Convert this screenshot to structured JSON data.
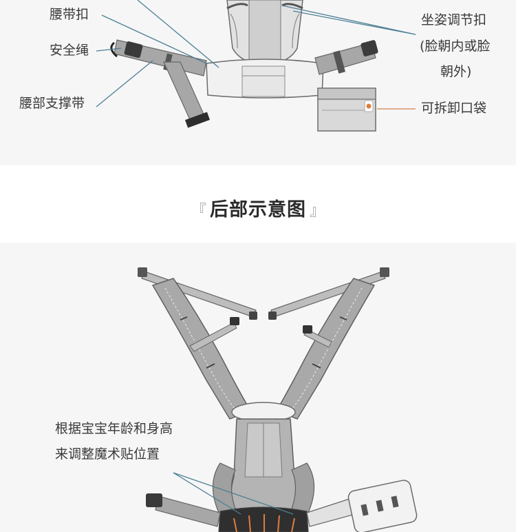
{
  "top_labels": {
    "waist_buckle": "腰带扣",
    "safety_rope": "安全绳",
    "waist_support_belt": "腰部支撑带",
    "seat_adjust_buckle": "坐姿调节扣",
    "face_in_or_out_1": "(脸朝内或脸",
    "face_in_or_out_2": "朝外)",
    "detachable_pouch": "可拆卸口袋"
  },
  "section": {
    "bracket_left": "『",
    "title": "后部示意图",
    "bracket_right": "』"
  },
  "bottom_labels": {
    "velcro_line_1": "根据宝宝年龄和身高",
    "velcro_line_2": "来调整魔术贴位置"
  },
  "colors": {
    "panel_bg": "#f6f6f7",
    "leader_line": "#4b7f93",
    "pouch_leader": "#d4814a",
    "strap_gray": "#a7a7a7",
    "mesh_gray": "#c9c9c9",
    "outline": "#6a6a6a",
    "logo_orange": "#e07d3c"
  }
}
